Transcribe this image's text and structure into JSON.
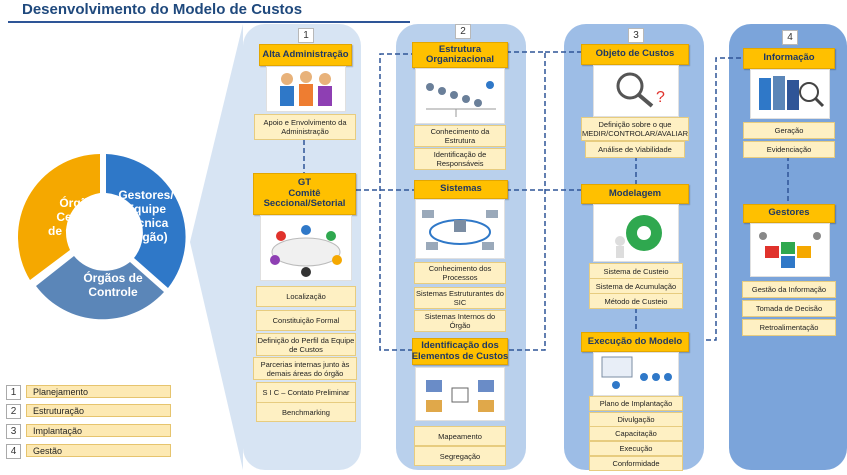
{
  "title": "Desenvolvimento do Modelo de Custos",
  "cycle": {
    "segment_top_left": "Órgão\nCentral\nde Custos",
    "segment_right": "Gestores/\nEquipe\nTécnica\n(Órgão)",
    "segment_bottom": "Órgãos de\nControle"
  },
  "legend": [
    {
      "num": "1",
      "label": "Planejamento"
    },
    {
      "num": "2",
      "label": "Estruturação"
    },
    {
      "num": "3",
      "label": "Implantação"
    },
    {
      "num": "4",
      "label": "Gestão"
    }
  ],
  "col1": {
    "num": "1",
    "header1": "Alta Administração",
    "box1": "Apoio e Envolvimento da Administração",
    "header2": "GT\nComitê\nSeccional/Setorial",
    "items": [
      "Localização",
      "Constituição Formal",
      "Definição do Perfil da Equipe de Custos",
      "Parcerias internas junto às demais áreas do órgão",
      "S I C – Contato Preliminar",
      "Benchmarking"
    ]
  },
  "col2": {
    "num": "2",
    "header1": "Estrutura\nOrganizacional",
    "items1": [
      "Conhecimento da Estrutura",
      "Identificação de Responsáveis"
    ],
    "header2": "Sistemas",
    "items2": [
      "Conhecimento dos Processos",
      "Sistemas Estruturantes do SIC",
      "Sistemas Internos do Órgão"
    ],
    "header3": "Identificação dos\nElementos de Custos",
    "items3": [
      "Mapeamento",
      "Segregação"
    ]
  },
  "col3": {
    "num": "3",
    "header1": "Objeto de Custos",
    "items1": [
      "Definição sobre o que MEDIR/CONTROLAR/AVALIAR",
      "Análise de Viabilidade"
    ],
    "header2": "Modelagem",
    "items2": [
      "Sistema de Custeio",
      "Sistema de Acumulação",
      "Método de Custeio"
    ],
    "header3": "Execução do Modelo",
    "items3": [
      "Plano de Implantação",
      "Divulgação",
      "Capacitação",
      "Execução",
      "Conformidade"
    ]
  },
  "col4": {
    "num": "4",
    "header1": "Informação",
    "items1": [
      "Geração",
      "Evidenciação"
    ],
    "header2": "Gestores",
    "items2": [
      "Gestão da Informação",
      "Tomada de Decisão",
      "Retroalimentação"
    ]
  },
  "colors": {
    "title": "#1f497d",
    "ring_orange": "#f5a800",
    "ring_blue": "#2f78c8",
    "ring_steel": "#5b86b8",
    "header_gold": "#ffc000",
    "box_cream": "#fef0c3",
    "dash_line": "#2f5597"
  }
}
